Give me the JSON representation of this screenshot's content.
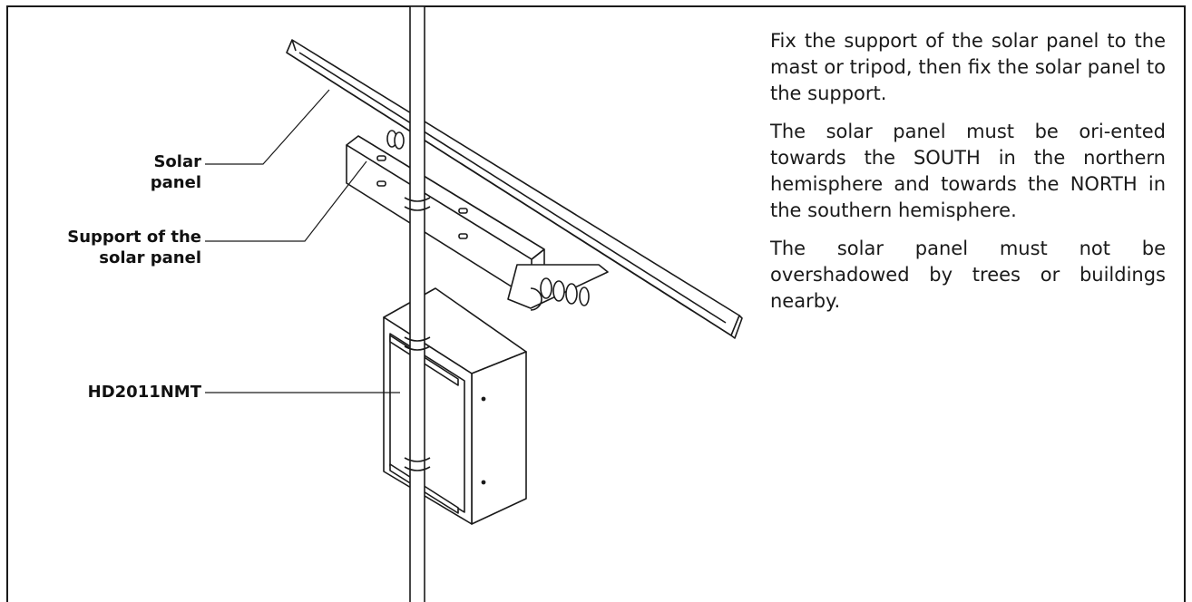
{
  "labels": {
    "solar_panel": [
      "Solar",
      "panel"
    ],
    "support": [
      "Support of the",
      "solar panel"
    ],
    "device": "HD2011NMT"
  },
  "instructions": [
    "Fix the support of the solar panel to the mast or tripod, then fix the solar panel to the support.",
    "The solar panel must be ori-ented towards the SOUTH in the northern hemisphere and towards the NORTH in the southern hemisphere.",
    "The solar panel must not be overshadowed by trees or buildings nearby."
  ],
  "colors": {
    "line": "#1a1a1a",
    "background": "#ffffff"
  }
}
